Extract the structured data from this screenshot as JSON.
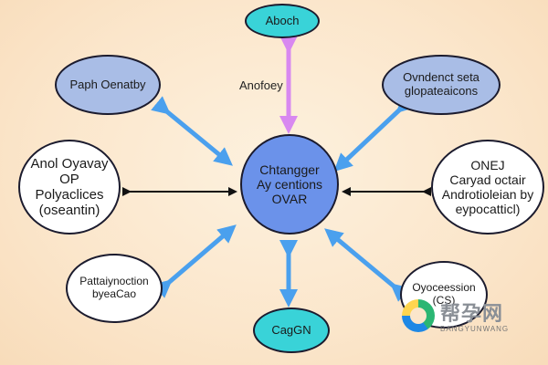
{
  "nodes": {
    "top": "Aboch",
    "top_left": "Paph Oenatby",
    "top_right": "Ovndenct seta\nglopateaicons",
    "left": "Anol Oyavay\nOP\nPolyaclices\n(oseantin)",
    "right": "ONEJ\nCaryad octair\nAndrotioleian by\neypocatticl)",
    "center": "Chtangger\nAy centions\nOVAR",
    "bottom_left": "Pattaiynoction\nbyeaCao",
    "bottom_right": "Oyoceession\n(CS)",
    "bottom": "CagGN"
  },
  "edge_label": "Anofoey",
  "watermark": {
    "text": "帮孕网",
    "subtext": "BANGYUNWANG"
  },
  "colors": {
    "blue_arrow": "#4aa0ee",
    "magenta_arrow": "#d888f0",
    "black_arrow": "#111111",
    "center_fill": "#6b92ea",
    "cyan_fill": "#39d3d8",
    "lavender_fill": "#a9bde6"
  }
}
